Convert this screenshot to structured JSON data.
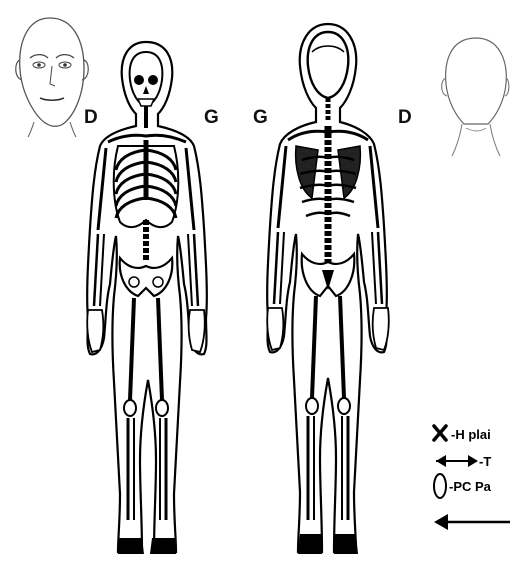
{
  "side_labels": {
    "front_right": "D",
    "front_left": "G",
    "back_left": "G",
    "back_right": "D"
  },
  "legend": {
    "item1_text": "-H plai",
    "item2_text": "-T",
    "item3_text": "-PC Pa",
    "item1_icon": "x-mark-icon",
    "item2_icon": "double-arrow-icon",
    "item3_icon": "oval-icon",
    "item4_icon": "left-arrow-icon"
  },
  "views": [
    "front-head",
    "front-skeleton",
    "back-skeleton",
    "back-head"
  ]
}
